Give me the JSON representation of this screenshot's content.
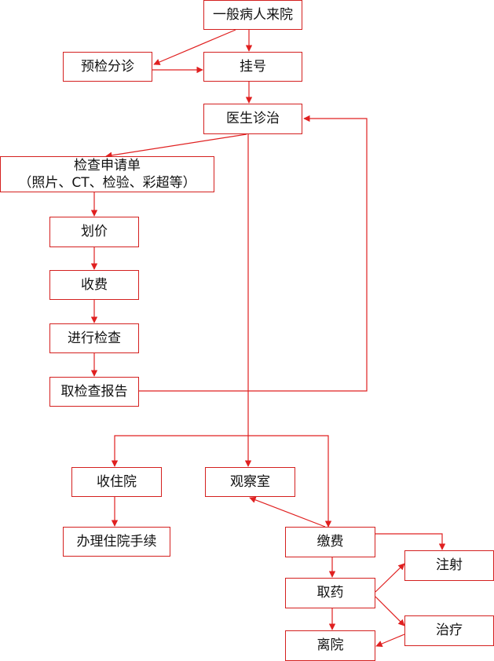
{
  "colors": {
    "line": "#e02020",
    "border": "#d4201f",
    "text": "#111111"
  },
  "nodes": {
    "general": "一般病人来院",
    "pretriage": "预检分诊",
    "register": "挂号",
    "doctor": "医生诊治",
    "exam_request": {
      "line1": "检查申请单",
      "line2": "（照片、CT、检验、彩超等）"
    },
    "pricing": "划价",
    "payment": "收费",
    "exam": "进行检查",
    "report": "取检查报告",
    "admit": "收住院",
    "admit_procedure": "办理住院手续",
    "observation": "观察室",
    "pay": "缴费",
    "medicine": "取药",
    "discharge": "离院",
    "injection": "注射",
    "treatment": "治疗"
  }
}
